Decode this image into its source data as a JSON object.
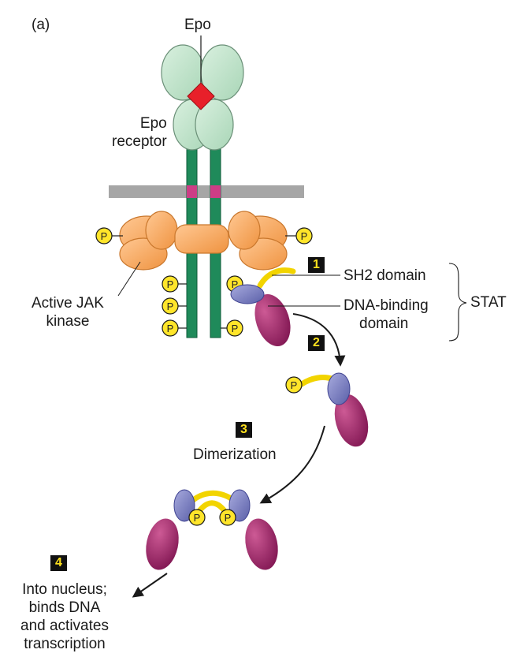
{
  "panel_label": "(a)",
  "epo_label": "Epo",
  "receptor_label": [
    "Epo",
    "receptor"
  ],
  "jak_label": [
    "Active JAK",
    "kinase"
  ],
  "sh2_label": "SH2 domain",
  "dna_binding_label": [
    "DNA-binding",
    "domain"
  ],
  "stat_label": "STAT",
  "phosphate_symbol": "P",
  "steps": {
    "s1": "1",
    "s2": "2",
    "s3": "3",
    "s4": "4"
  },
  "dimerization_label": "Dimerization",
  "nucleus_label": [
    "Into nucleus;",
    "binds DNA",
    "and activates",
    "transcription"
  ],
  "colors": {
    "receptor_green": "#c3e3cd",
    "receptor_stem": "#1f8a5a",
    "epo_red": "#e8202a",
    "membrane_gray": "#a6a6a6",
    "jak_orange": "#f4a55e",
    "phosphate_yellow": "#ffe52a",
    "sh2_yellow": "#f2d400",
    "stat_blue": "#7c80c4",
    "stat_magenta": "#a3286b",
    "step_badge": "#111111"
  }
}
